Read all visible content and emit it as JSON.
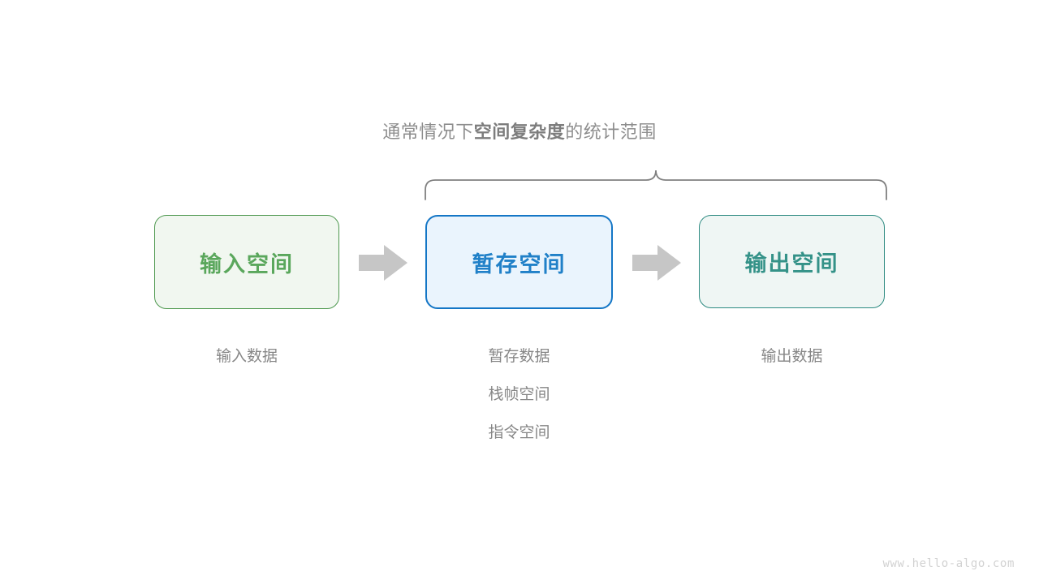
{
  "diagram": {
    "title": {
      "prefix": "通常情况下",
      "emphasis": "空间复杂度",
      "suffix": "的统计范围"
    },
    "brace": {
      "icon": "curly-brace-up-icon",
      "color": "#808080"
    },
    "boxes": [
      {
        "id": "input-space",
        "label": "输入空间",
        "fill": "#f1f7f0",
        "border": "#4f9950",
        "text_color": "#5aa75c"
      },
      {
        "id": "temp-space",
        "label": "暂存空间",
        "fill": "#eaf4fd",
        "border": "#1476c6",
        "text_color": "#2080c8"
      },
      {
        "id": "output-space",
        "label": "输出空间",
        "fill": "#eff6f4",
        "border": "#2e8b82",
        "text_color": "#349288"
      }
    ],
    "arrows": [
      {
        "id": "arrow-input-to-temp",
        "icon": "right-arrow-icon",
        "color": "#c6c6c6"
      },
      {
        "id": "arrow-temp-to-output",
        "icon": "right-arrow-icon",
        "color": "#c6c6c6"
      }
    ],
    "captions": {
      "input": [
        "输入数据"
      ],
      "temp": [
        "暂存数据",
        "栈帧空间",
        "指令空间"
      ],
      "output": [
        "输出数据"
      ]
    },
    "watermark": "www.hello-algo.com"
  }
}
